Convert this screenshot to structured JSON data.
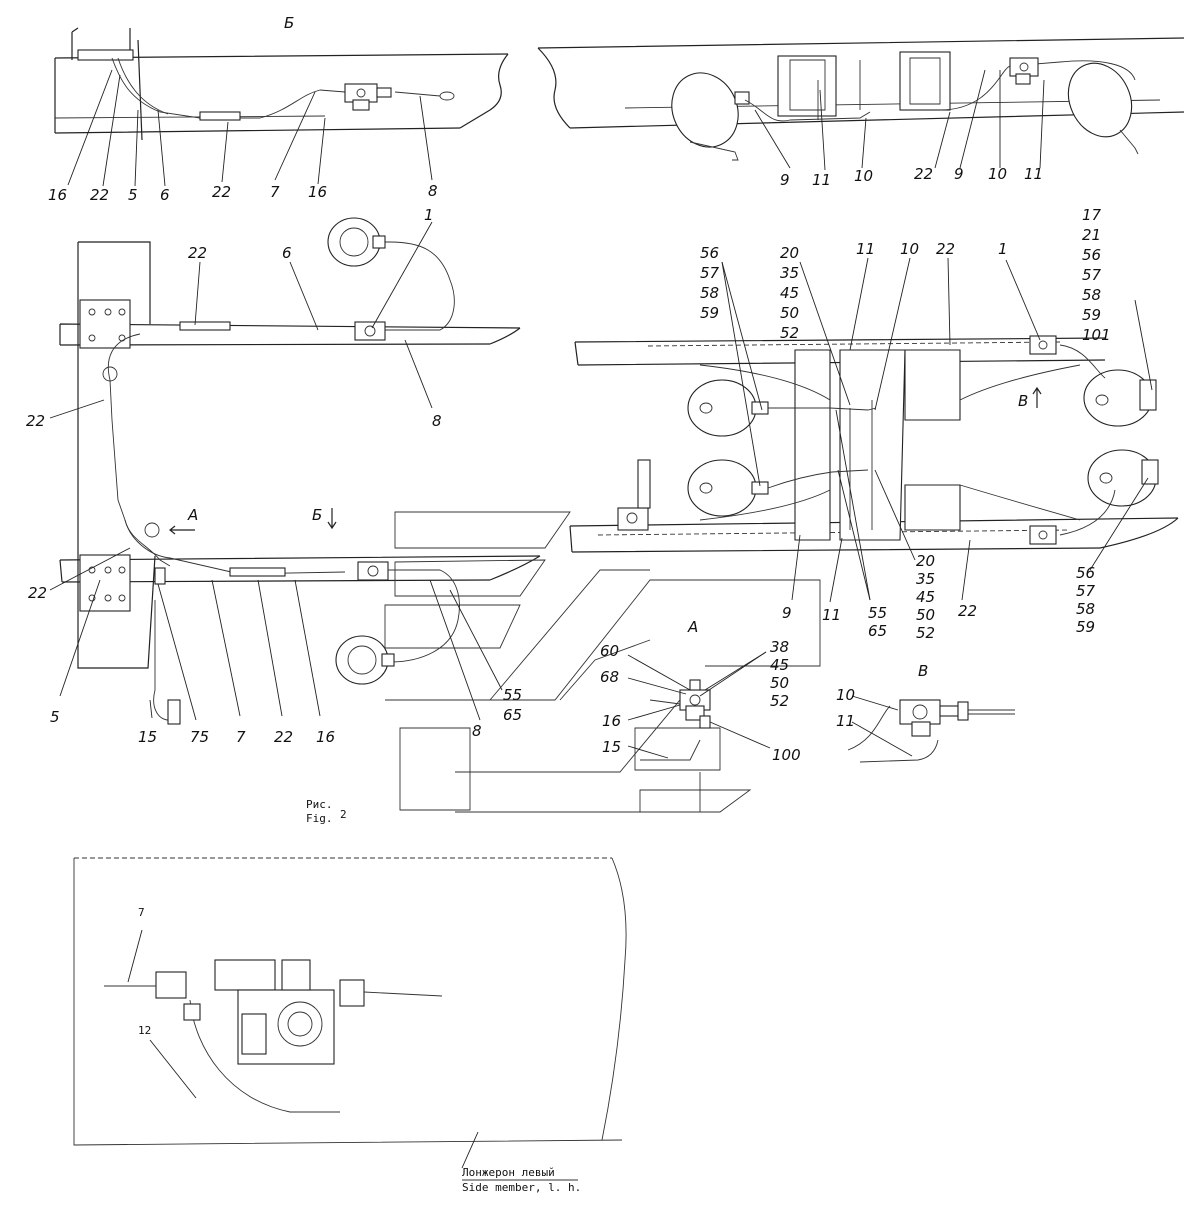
{
  "views": {
    "section_b_mark": "Б",
    "section_a_mark": "А",
    "section_v_mark": "В"
  },
  "labels": {
    "top_left": [
      "16",
      "22",
      "5",
      "6",
      "22",
      "7",
      "16",
      "8"
    ],
    "top_right": [
      "9",
      "11",
      "10",
      "22",
      "9",
      "10",
      "11"
    ],
    "plan_left": [
      "1",
      "22",
      "6",
      "8",
      "22",
      "22",
      "5",
      "75",
      "15",
      "7",
      "22",
      "16",
      "8",
      "55",
      "65"
    ],
    "plan_left_arrow_a": "А",
    "plan_left_arrow_b": "Б",
    "plan_right_top": [
      "56",
      "57",
      "58",
      "59",
      "20",
      "35",
      "45",
      "50",
      "52",
      "11",
      "10",
      "22",
      "1"
    ],
    "plan_right_stack": [
      "17",
      "21",
      "56",
      "57",
      "58",
      "59",
      "101"
    ],
    "plan_right_bottom": [
      "9",
      "11",
      "55",
      "65",
      "20",
      "35",
      "45",
      "50",
      "52",
      "22"
    ],
    "plan_right_stack2": [
      "56",
      "57",
      "58",
      "59"
    ],
    "plan_right_arrow_v": "В",
    "view_a_labels": [
      "60",
      "68",
      "16",
      "15",
      "38",
      "45",
      "50",
      "52",
      "100"
    ],
    "view_v_labels": [
      "10",
      "11"
    ],
    "detail_labels": [
      "7",
      "12"
    ]
  },
  "caption": {
    "ru": "Рис.",
    "en": "Fig.",
    "num": "2"
  },
  "footer": {
    "ru": "Лонжерон левый",
    "en": "Side member, l. h."
  }
}
